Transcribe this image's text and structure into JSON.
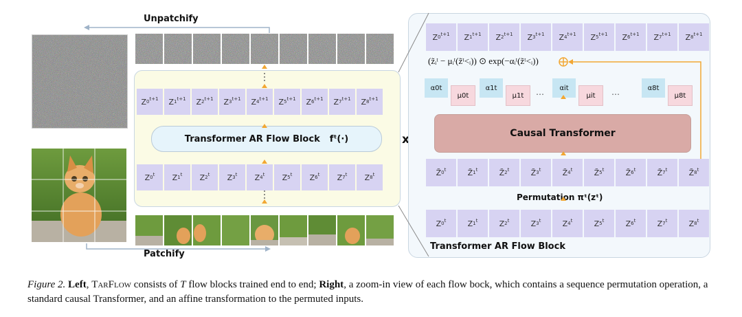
{
  "left": {
    "unpatchify_label": "Unpatchify",
    "patchify_label": "Patchify"
  },
  "middle": {
    "output_tokens": [
      "Z0t+1",
      "Z1t+1",
      "Z2t+1",
      "Z3t+1",
      "Z4t+1",
      "Z5t+1",
      "Z6t+1",
      "Z7t+1",
      "Z8t+1"
    ],
    "input_tokens": [
      "Z0t",
      "Z1t",
      "Z2t",
      "Z3t",
      "Z4t",
      "Z5t",
      "Z6t",
      "Z7t",
      "Z8t"
    ],
    "block_label": "Transformer AR Flow Block",
    "block_fn": "fᵗ(·)",
    "repeat_label": "xT"
  },
  "right": {
    "top_tokens": [
      "Z0t+1",
      "Z1t+1",
      "Z2t+1",
      "Z3t+1",
      "Z4t+1",
      "Z5t+1",
      "Z6t+1",
      "Z7t+1",
      "Z8t+1"
    ],
    "formula": "(z̃ᵢᵗ − μᵢᵗ(z̃ᵗ<ᵢ)) ⊙ exp(−αᵢᵗ(z̃ᵗ<ᵢ))",
    "alpha_mu": [
      {
        "alpha": "α0t",
        "mu": "μ0t"
      },
      {
        "alpha": "α1t",
        "mu": "μ1t"
      },
      {
        "alpha": "αit",
        "mu": "μit"
      },
      {
        "alpha": "α8t",
        "mu": "μ8t"
      }
    ],
    "causal_label": "Causal Transformer",
    "permuted_tokens": [
      "Z̃0t",
      "Z̃1t",
      "Z̃2t",
      "Z̃3t",
      "Z̃4t",
      "Z̃5t",
      "Z̃6t",
      "Z̃7t",
      "Z̃8t"
    ],
    "permutation_label": "Permutation πᵗ(zᵗ)",
    "bottom_tokens": [
      "Z0t",
      "Z1t",
      "Z2t",
      "Z3t",
      "Z4t",
      "Z5t",
      "Z6t",
      "Z7t",
      "Z8t"
    ],
    "panel_title": "Transformer AR Flow Block"
  },
  "caption": {
    "fig_label": "Figure 2.",
    "left_word": "Left",
    "tarflow": "TarFlow",
    "part1": " consists of ",
    "T": "T",
    "part2": " flow blocks trained end to end; ",
    "right_word": "Right",
    "part3": ", a zoom-in view of each flow bock, which contains a sequence permutation operation, a standard causal Transformer, and an affine transformation to the permuted inputs."
  },
  "colors": {
    "token_fill": "#d7d3f2",
    "alpha_fill": "#c7e6f3",
    "mu_fill": "#f7d8de",
    "causal_fill": "#d9aaa6",
    "arrow": "#f2a733"
  }
}
